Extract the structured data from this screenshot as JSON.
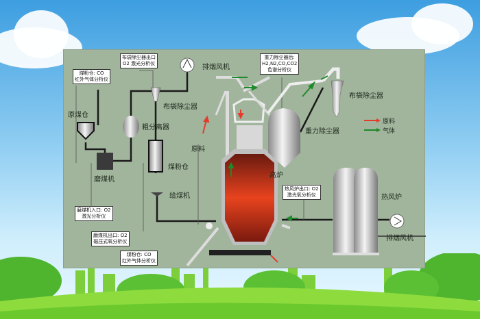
{
  "labels": {
    "coal_bin_raw": "原煤仓",
    "mill": "磨煤机",
    "coarse_separator": "粗分离器",
    "bag_filter_1": "布袋除尘器",
    "exhaust_fan_1": "排烟风机",
    "pulverized_bin": "煤粉仓",
    "feeder": "给煤机",
    "raw_material": "原料",
    "blast_furnace": "高炉",
    "gravity_dust": "重力除尘器",
    "bag_filter_2": "布袋除尘器",
    "hot_stove": "热风炉",
    "exhaust_fan_2": "排烟风机"
  },
  "legend": [
    {
      "label": "原料",
      "color": "#e53b2c"
    },
    {
      "label": "气体",
      "color": "#1e8a2a"
    }
  ],
  "analyzers": {
    "bin_co_top": [
      "煤粉仓: CO",
      "红外气体分析仪"
    ],
    "bag_outlet": [
      "布袋除尘器出口",
      "O2 激光分析仪"
    ],
    "gravity_after": [
      "重力除尘器后:",
      "H2,N2,CO,CO2",
      "色谱分析仪"
    ],
    "mill_inlet": [
      "磨煤机入口: O2",
      "激光分析仪"
    ],
    "mill_outlet": [
      "磨煤机出口: O2",
      "磁压式氧分析仪"
    ],
    "bin_co_bottom": [
      "煤粉仓: CO",
      "红外气体分析仪"
    ],
    "stove_outlet": [
      "热风炉出口: O2",
      "激光氧分析仪"
    ]
  }
}
